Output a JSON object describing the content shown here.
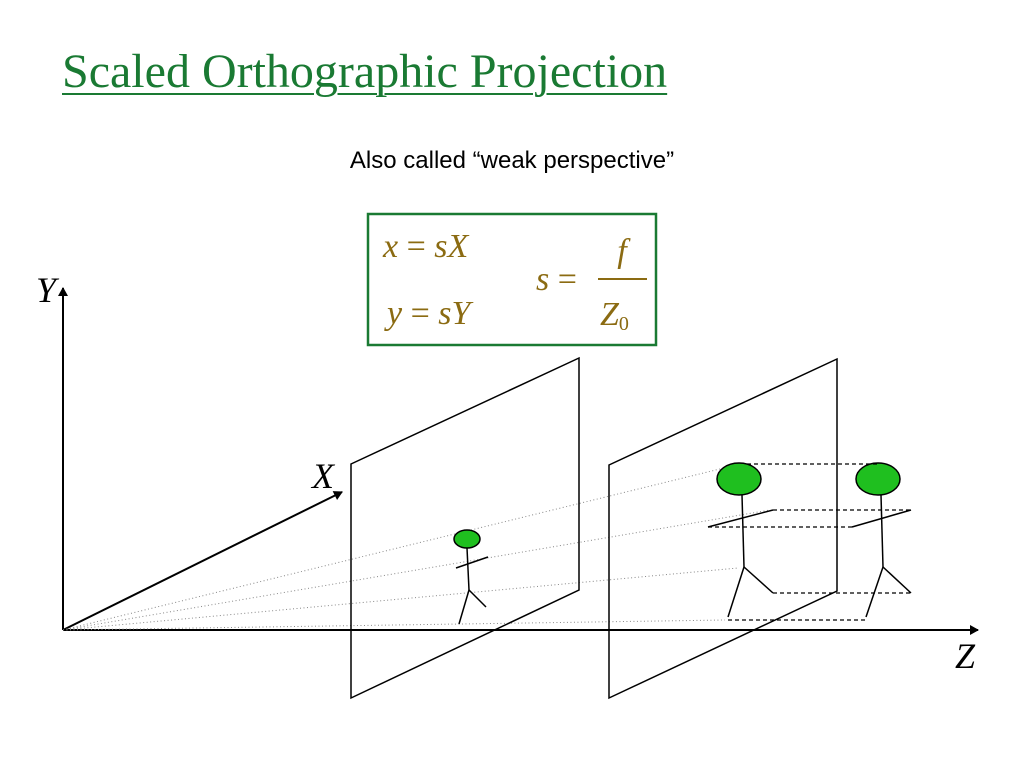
{
  "title": "Scaled Orthographic Projection",
  "subtitle": "Also called “weak perspective”",
  "formula": {
    "eq1_lhs": "x",
    "eq1_op": "=",
    "eq1_rhs": "sX",
    "eq2_lhs": "y",
    "eq2_op": "=",
    "eq2_rhs": "sY",
    "scale_lhs": "s",
    "scale_op": "=",
    "scale_numerator": "f",
    "scale_denominator": "Z",
    "scale_denominator_subscript": "0"
  },
  "axes": {
    "y_label": "Y",
    "x_label": "X",
    "z_label": "Z"
  },
  "colors": {
    "title": "#1a7a33",
    "formula_text": "#8b6b12",
    "formula_border": "#1a7a33",
    "figure_head": "#1fbf1f",
    "lines": "#000000"
  }
}
